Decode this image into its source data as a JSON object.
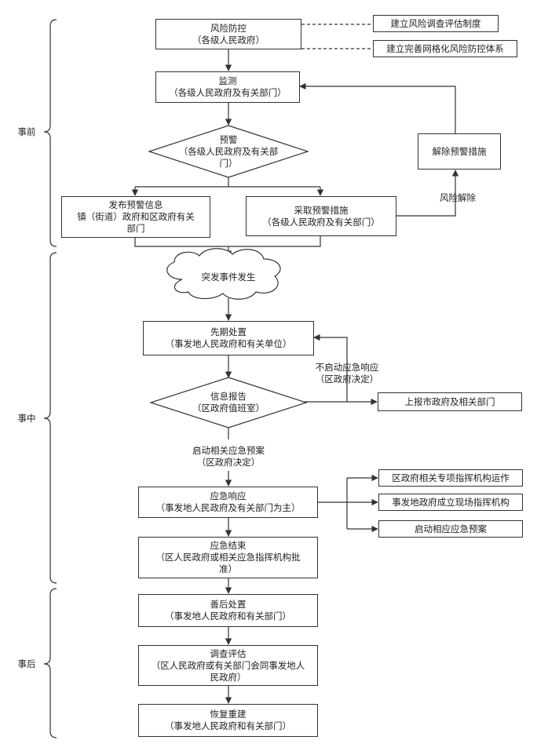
{
  "phases": {
    "before": "事前",
    "during": "事中",
    "after": "事后"
  },
  "nodes": {
    "risk_control": {
      "title": "风险防控",
      "sub": "（各级人民政府）"
    },
    "note_eval_system": "建立风险调查评估制度",
    "note_grid_system": "建立完善网格化风险防控体系",
    "monitor": {
      "title": "监测",
      "sub": "（各级人民政府及有关部门）"
    },
    "warning": {
      "title": "预警",
      "sub": "（各级人民政府及有关部",
      "sub2": "门）"
    },
    "release_measures": "解除预警措施",
    "risk_cleared": "风险解除",
    "publish_warning": {
      "title": "发布预警信息",
      "sub": "镇（街道）政府和区政府有关",
      "sub2": "部门"
    },
    "take_measures": {
      "title": "采取预警措施",
      "sub": "（各级人民政府及有关部门）"
    },
    "incident_occurs": "突发事件发生",
    "initial_handling": {
      "title": "先期处置",
      "sub": "（事发地人民政府和有关单位）"
    },
    "no_emergency_response": {
      "title": "不启动应急响应",
      "sub": "（区政府决定）"
    },
    "info_report": {
      "title": "信息报告",
      "sub": "（区政府值班室）"
    },
    "report_city": "上报市政府及相关部门",
    "start_plan": {
      "title": "启动相关应急预案",
      "sub": "（区政府决定）"
    },
    "emergency_response": {
      "title": "应急响应",
      "sub": "（事发地人民政府及有关部门为主）"
    },
    "branch_1": "区政府相关专项指挥机构运作",
    "branch_2": "事发地政府成立现场指挥机构",
    "branch_3": "启动相应应急预案",
    "emergency_end": {
      "title": "应急结束",
      "sub": "（区人民政府或相关应急指挥机构批",
      "sub2": "准）"
    },
    "aftermath": {
      "title": "善后处置",
      "sub": "（事发地人民政府和有关部门）"
    },
    "investigation": {
      "title": "调查评估",
      "sub": "（区人民政府或有关部门会同事发地人",
      "sub2": "民政府）"
    },
    "recovery": {
      "title": "恢复重建",
      "sub": "（事发地人民政府和有关部门）"
    }
  },
  "colors": {
    "stroke": "#333333",
    "text": "#222222",
    "background": "#ffffff"
  }
}
